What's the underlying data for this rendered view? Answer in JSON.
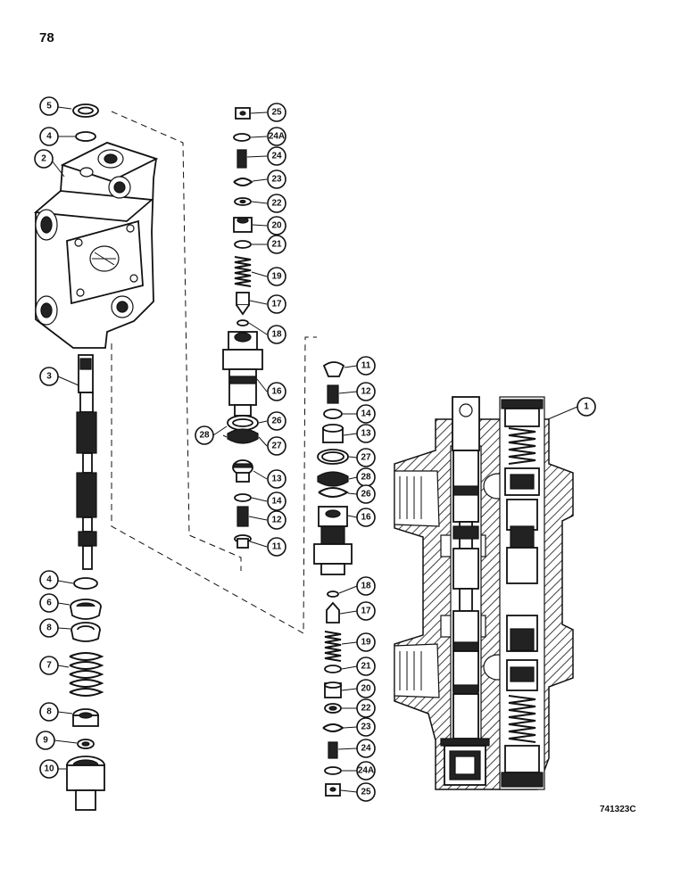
{
  "page": {
    "number": "78",
    "figure_code": "741323C"
  },
  "callouts": {
    "c5": "5",
    "c4a": "4",
    "c2": "2",
    "c3": "3",
    "c4b": "4",
    "c6": "6",
    "c8a": "8",
    "c7": "7",
    "c8b": "8",
    "c9": "9",
    "c10": "10",
    "m25": "25",
    "m24a": "24A",
    "m24": "24",
    "m23": "23",
    "m22": "22",
    "m20": "20",
    "m21": "21",
    "m19": "19",
    "m17": "17",
    "m18": "18",
    "m16": "16",
    "m26": "26",
    "m28": "28",
    "m27": "27",
    "m13": "13",
    "m14": "14",
    "m12": "12",
    "m11": "11",
    "r11": "11",
    "r12": "12",
    "r14": "14",
    "r13": "13",
    "r27": "27",
    "r28": "28",
    "r26": "26",
    "r16": "16",
    "r18": "18",
    "r17": "17",
    "r19": "19",
    "r21": "21",
    "r20": "20",
    "r22": "22",
    "r23": "23",
    "r24": "24",
    "r24a": "24A",
    "r25": "25",
    "s1": "1"
  }
}
